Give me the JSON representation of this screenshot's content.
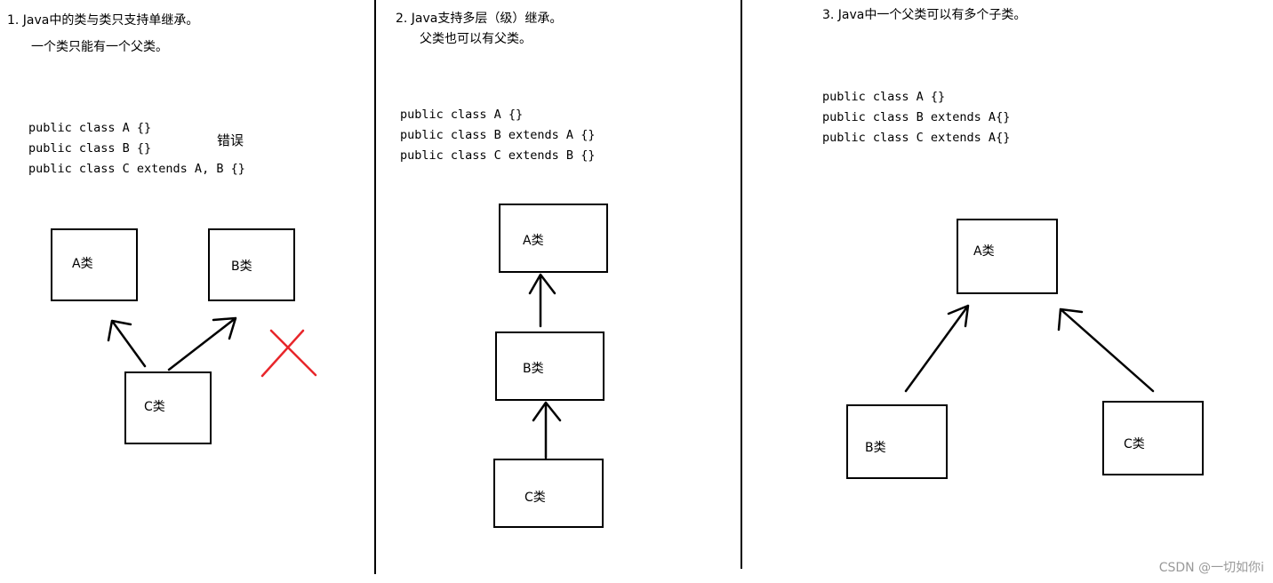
{
  "panel1": {
    "title_line1": "1.  Java中的类与类只支持单继承。",
    "title_line2": "一个类只能有一个父类。",
    "code": [
      "public class A {}",
      "public class B {}",
      "public class C extends A, B {}"
    ],
    "error_label": "错误",
    "boxes": {
      "a": "A类",
      "b": "B类",
      "c": "C类"
    }
  },
  "panel2": {
    "title_line1": "2.  Java支持多层（级）继承。",
    "title_line2": "父类也可以有父类。",
    "code": [
      "public class A {}",
      "public class B extends A {}",
      "public class C extends B {}"
    ],
    "boxes": {
      "a": "A类",
      "b": "B类",
      "c": "C类"
    }
  },
  "panel3": {
    "title_line1": "3.  Java中一个父类可以有多个子类。",
    "code": [
      "public class A {}",
      "public class B extends A{}",
      "public class C extends A{}"
    ],
    "boxes": {
      "a": "A类",
      "b": "B类",
      "c": "C类"
    }
  },
  "colors": {
    "cross": "#e8262b",
    "watermark": "#999999"
  },
  "watermark": "CSDN @一切如你i"
}
